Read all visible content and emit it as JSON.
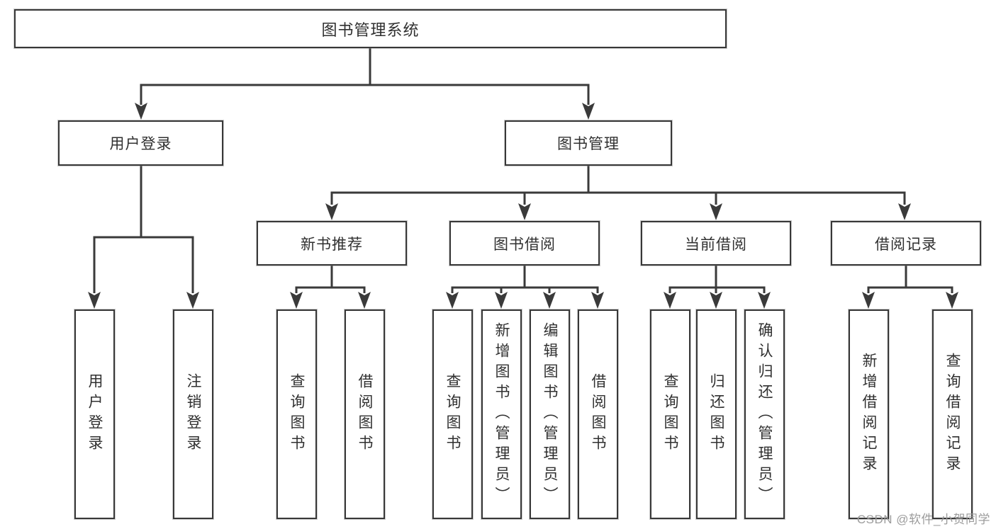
{
  "diagram": {
    "root": "图书管理系统",
    "level1": [
      {
        "label": "用户登录"
      },
      {
        "label": "图书管理"
      }
    ],
    "level2": [
      {
        "label": "新书推荐"
      },
      {
        "label": "图书借阅"
      },
      {
        "label": "当前借阅"
      },
      {
        "label": "借阅记录"
      }
    ],
    "leaves": {
      "user_login": [
        "用户登录",
        "注销登录"
      ],
      "new_book": [
        "查询图书",
        "借阅图书"
      ],
      "book_borrow": [
        "查询图书",
        "新增图书（管理员）",
        "编辑图书（管理员）",
        "借阅图书"
      ],
      "current_borrow": [
        "查询图书",
        "归还图书",
        "确认归还（管理员）"
      ],
      "borrow_record": [
        "新增借阅记录",
        "查询借阅记录"
      ]
    }
  },
  "watermark": "CSDN @软件_小贺同学",
  "colors": {
    "line": "#3a3a3a",
    "box_border": "#383838",
    "box_fill": "#ffffff",
    "text": "#303030",
    "watermark": "#9c9c9c",
    "background": "#ffffff"
  }
}
